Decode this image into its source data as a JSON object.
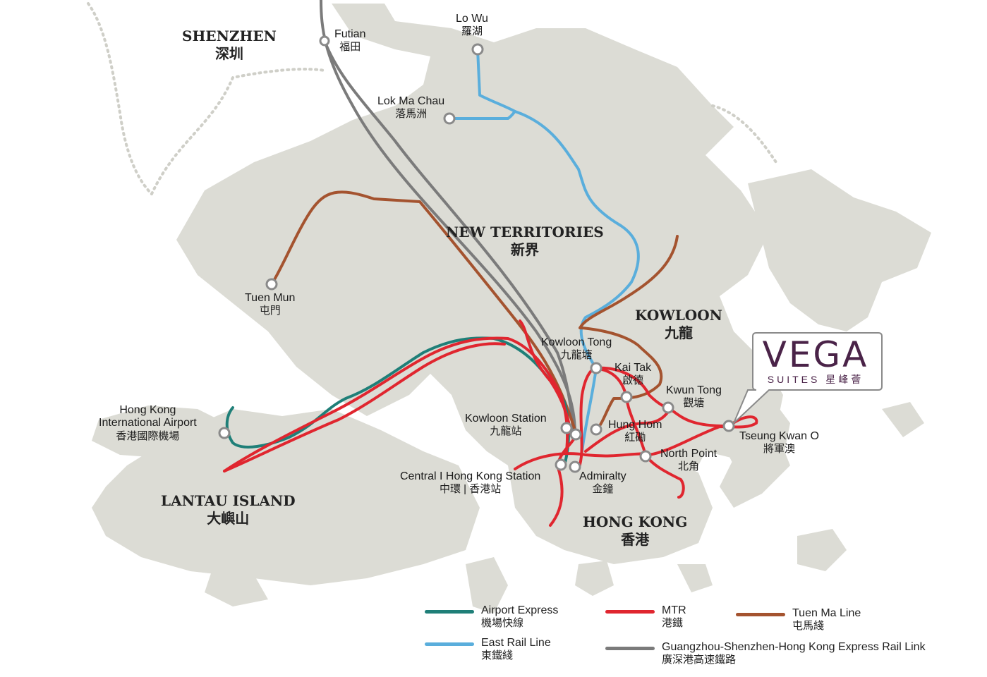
{
  "brand": {
    "name": "VEGA",
    "sub": "SUITES 星峰薈",
    "color": "#4a2348"
  },
  "regions": [
    {
      "id": "shenzhen",
      "en": "SHENZHEN",
      "zh": "深圳"
    },
    {
      "id": "new-territories",
      "en": "NEW TERRITORIES",
      "zh": "新界"
    },
    {
      "id": "kowloon",
      "en": "KOWLOON",
      "zh": "九龍"
    },
    {
      "id": "lantau",
      "en": "LANTAU ISLAND",
      "zh": "大嶼山"
    },
    {
      "id": "hong-kong",
      "en": "HONG KONG",
      "zh": "香港"
    }
  ],
  "stations": [
    {
      "id": "futian",
      "en": "Futian",
      "zh": "福田"
    },
    {
      "id": "lo-wu",
      "en": "Lo Wu",
      "zh": "羅湖"
    },
    {
      "id": "lok-ma-chau",
      "en": "Lok Ma Chau",
      "zh": "落馬洲"
    },
    {
      "id": "tuen-mun",
      "en": "Tuen Mun",
      "zh": "屯門"
    },
    {
      "id": "kowloon-tong",
      "en": "Kowloon Tong",
      "zh": "九龍塘"
    },
    {
      "id": "kai-tak",
      "en": "Kai Tak",
      "zh": "啟德"
    },
    {
      "id": "kwun-tong",
      "en": "Kwun Tong",
      "zh": "觀塘"
    },
    {
      "id": "hk-airport",
      "en1": "Hong Kong",
      "en2": "International Airport",
      "zh": "香港國際機場"
    },
    {
      "id": "kowloon-station",
      "en": "Kowloon Station",
      "zh": "九龍站"
    },
    {
      "id": "hung-hom",
      "en": "Hung Hom",
      "zh": "紅磡"
    },
    {
      "id": "tseung-kwan-o",
      "en": "Tseung Kwan O",
      "zh": "將軍澳"
    },
    {
      "id": "north-point",
      "en": "North Point",
      "zh": "北角"
    },
    {
      "id": "central",
      "en": "Central I Hong Kong Station",
      "zh": "中環 | 香港站"
    },
    {
      "id": "admiralty",
      "en": "Admiralty",
      "zh": "金鐘"
    }
  ],
  "legend": [
    {
      "id": "airport-express",
      "en": "Airport Express",
      "zh": "機場快線",
      "color": "#1f7f78"
    },
    {
      "id": "mtr",
      "en": "MTR",
      "zh": "港鐵",
      "color": "#e0262f"
    },
    {
      "id": "tuen-ma",
      "en": "Tuen Ma Line",
      "zh": "屯馬綫",
      "color": "#a4532f"
    },
    {
      "id": "east-rail",
      "en": "East Rail Line",
      "zh": "東鐵綫",
      "color": "#5aaedc"
    },
    {
      "id": "xrl",
      "en": "Guangzhou-Shenzhen-Hong Kong Express Rail Link",
      "zh": "廣深港高速鐵路",
      "color": "#7b7b7b"
    }
  ],
  "colors": {
    "land": "#dcdcd5",
    "border": "#cfcfc8",
    "station_ring": "#8a8a8a"
  }
}
